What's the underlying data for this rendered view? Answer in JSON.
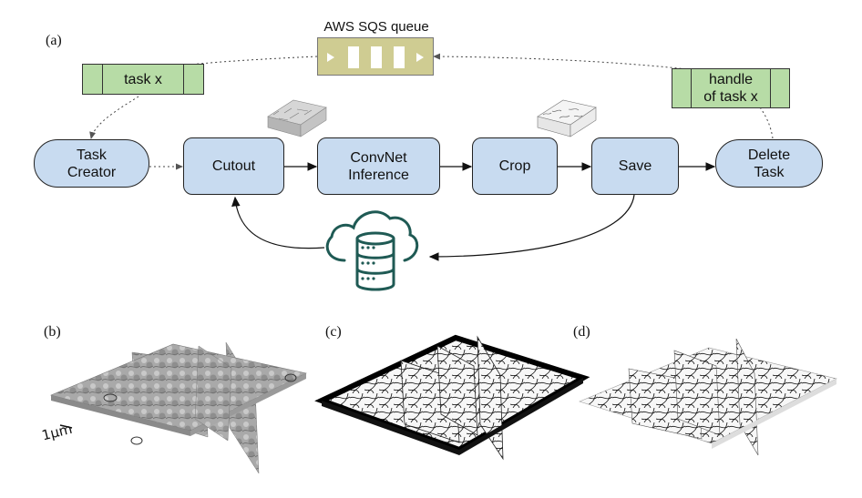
{
  "panels": {
    "a": "(a)",
    "b": "(b)",
    "c": "(c)",
    "d": "(d)"
  },
  "queue": {
    "label": "AWS SQS queue"
  },
  "task_box": {
    "label": "task x"
  },
  "handle_box": {
    "label": "handle\nof task x"
  },
  "nodes": {
    "task_creator": "Task\nCreator",
    "cutout": "Cutout",
    "convnet": "ConvNet\nInference",
    "crop": "Crop",
    "save": "Save",
    "delete_task": "Delete\nTask"
  },
  "scale_bar": {
    "label": "1μm"
  },
  "colors": {
    "node_fill": "#c8dbf0",
    "green_fill": "#b7dca6",
    "queue_fill": "#cfcc92",
    "cloud_stroke": "#1f5a54"
  },
  "icons": {
    "storage": "cloud-database-icon"
  }
}
